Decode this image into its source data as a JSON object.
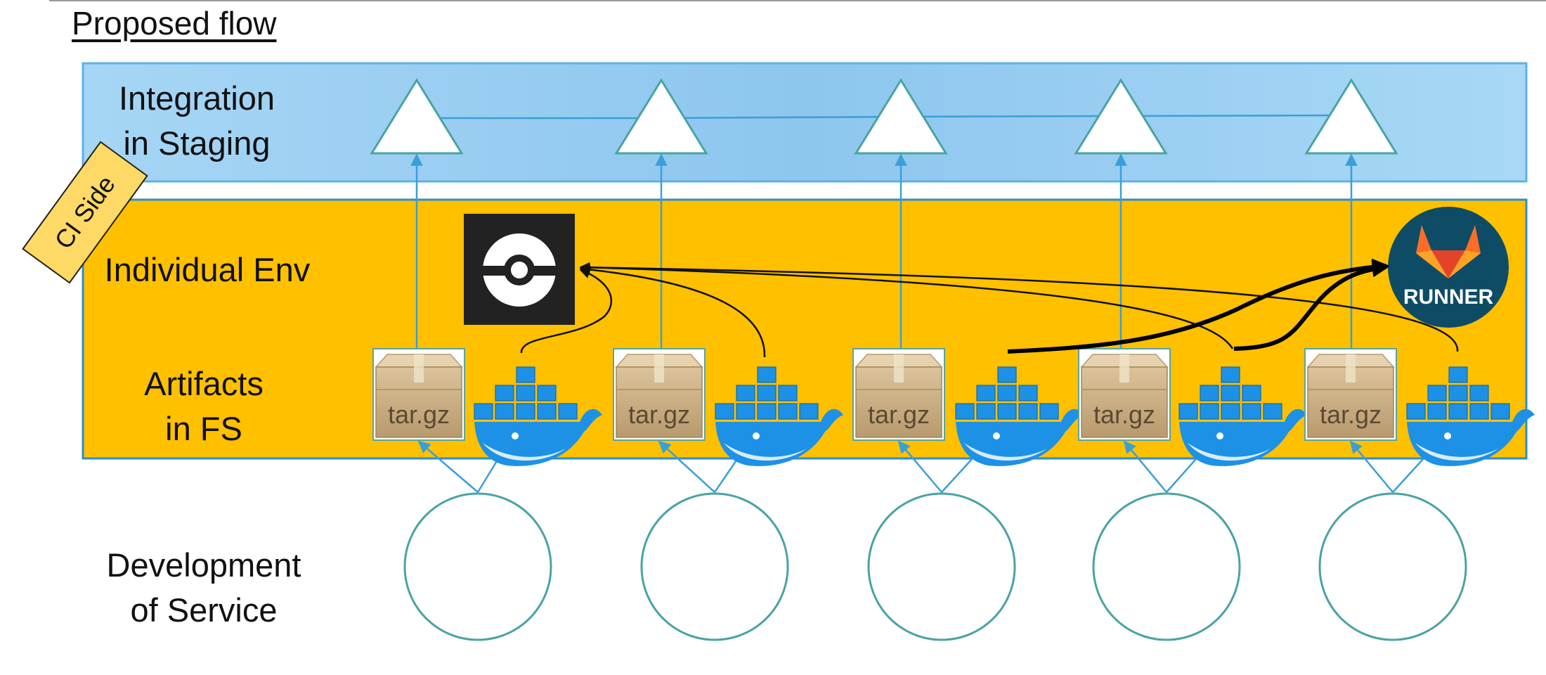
{
  "title": "Proposed flow",
  "rows": {
    "staging": "Integration\nin Staging",
    "individual_env": "Individual Env",
    "artifacts": "Artifacts\nin FS",
    "development": "Development\nof Service"
  },
  "ci_tag": "CI Side",
  "artifact_label": "tar.gz",
  "runner_label": "RUNNER",
  "services": [
    {
      "id": "service-1"
    },
    {
      "id": "service-2"
    },
    {
      "id": "service-3"
    },
    {
      "id": "service-4"
    },
    {
      "id": "service-5"
    }
  ],
  "colors": {
    "staging_band": "#9fd1f3",
    "staging_band_edge": "#5fb0e6",
    "env_band": "#ffc000",
    "env_band_edge": "#2e8ec8",
    "arrow": "#3a9fd8",
    "shape_outline": "#4aa3a3",
    "docker": "#1d91e6",
    "runner_bg": "#0e4c66",
    "registry_bg": "#222222"
  },
  "icons": {
    "artifact": "cardboard-box-icon",
    "container": "docker-whale-icon",
    "registry": "registry-logo-icon",
    "runner": "gitlab-runner-icon"
  }
}
